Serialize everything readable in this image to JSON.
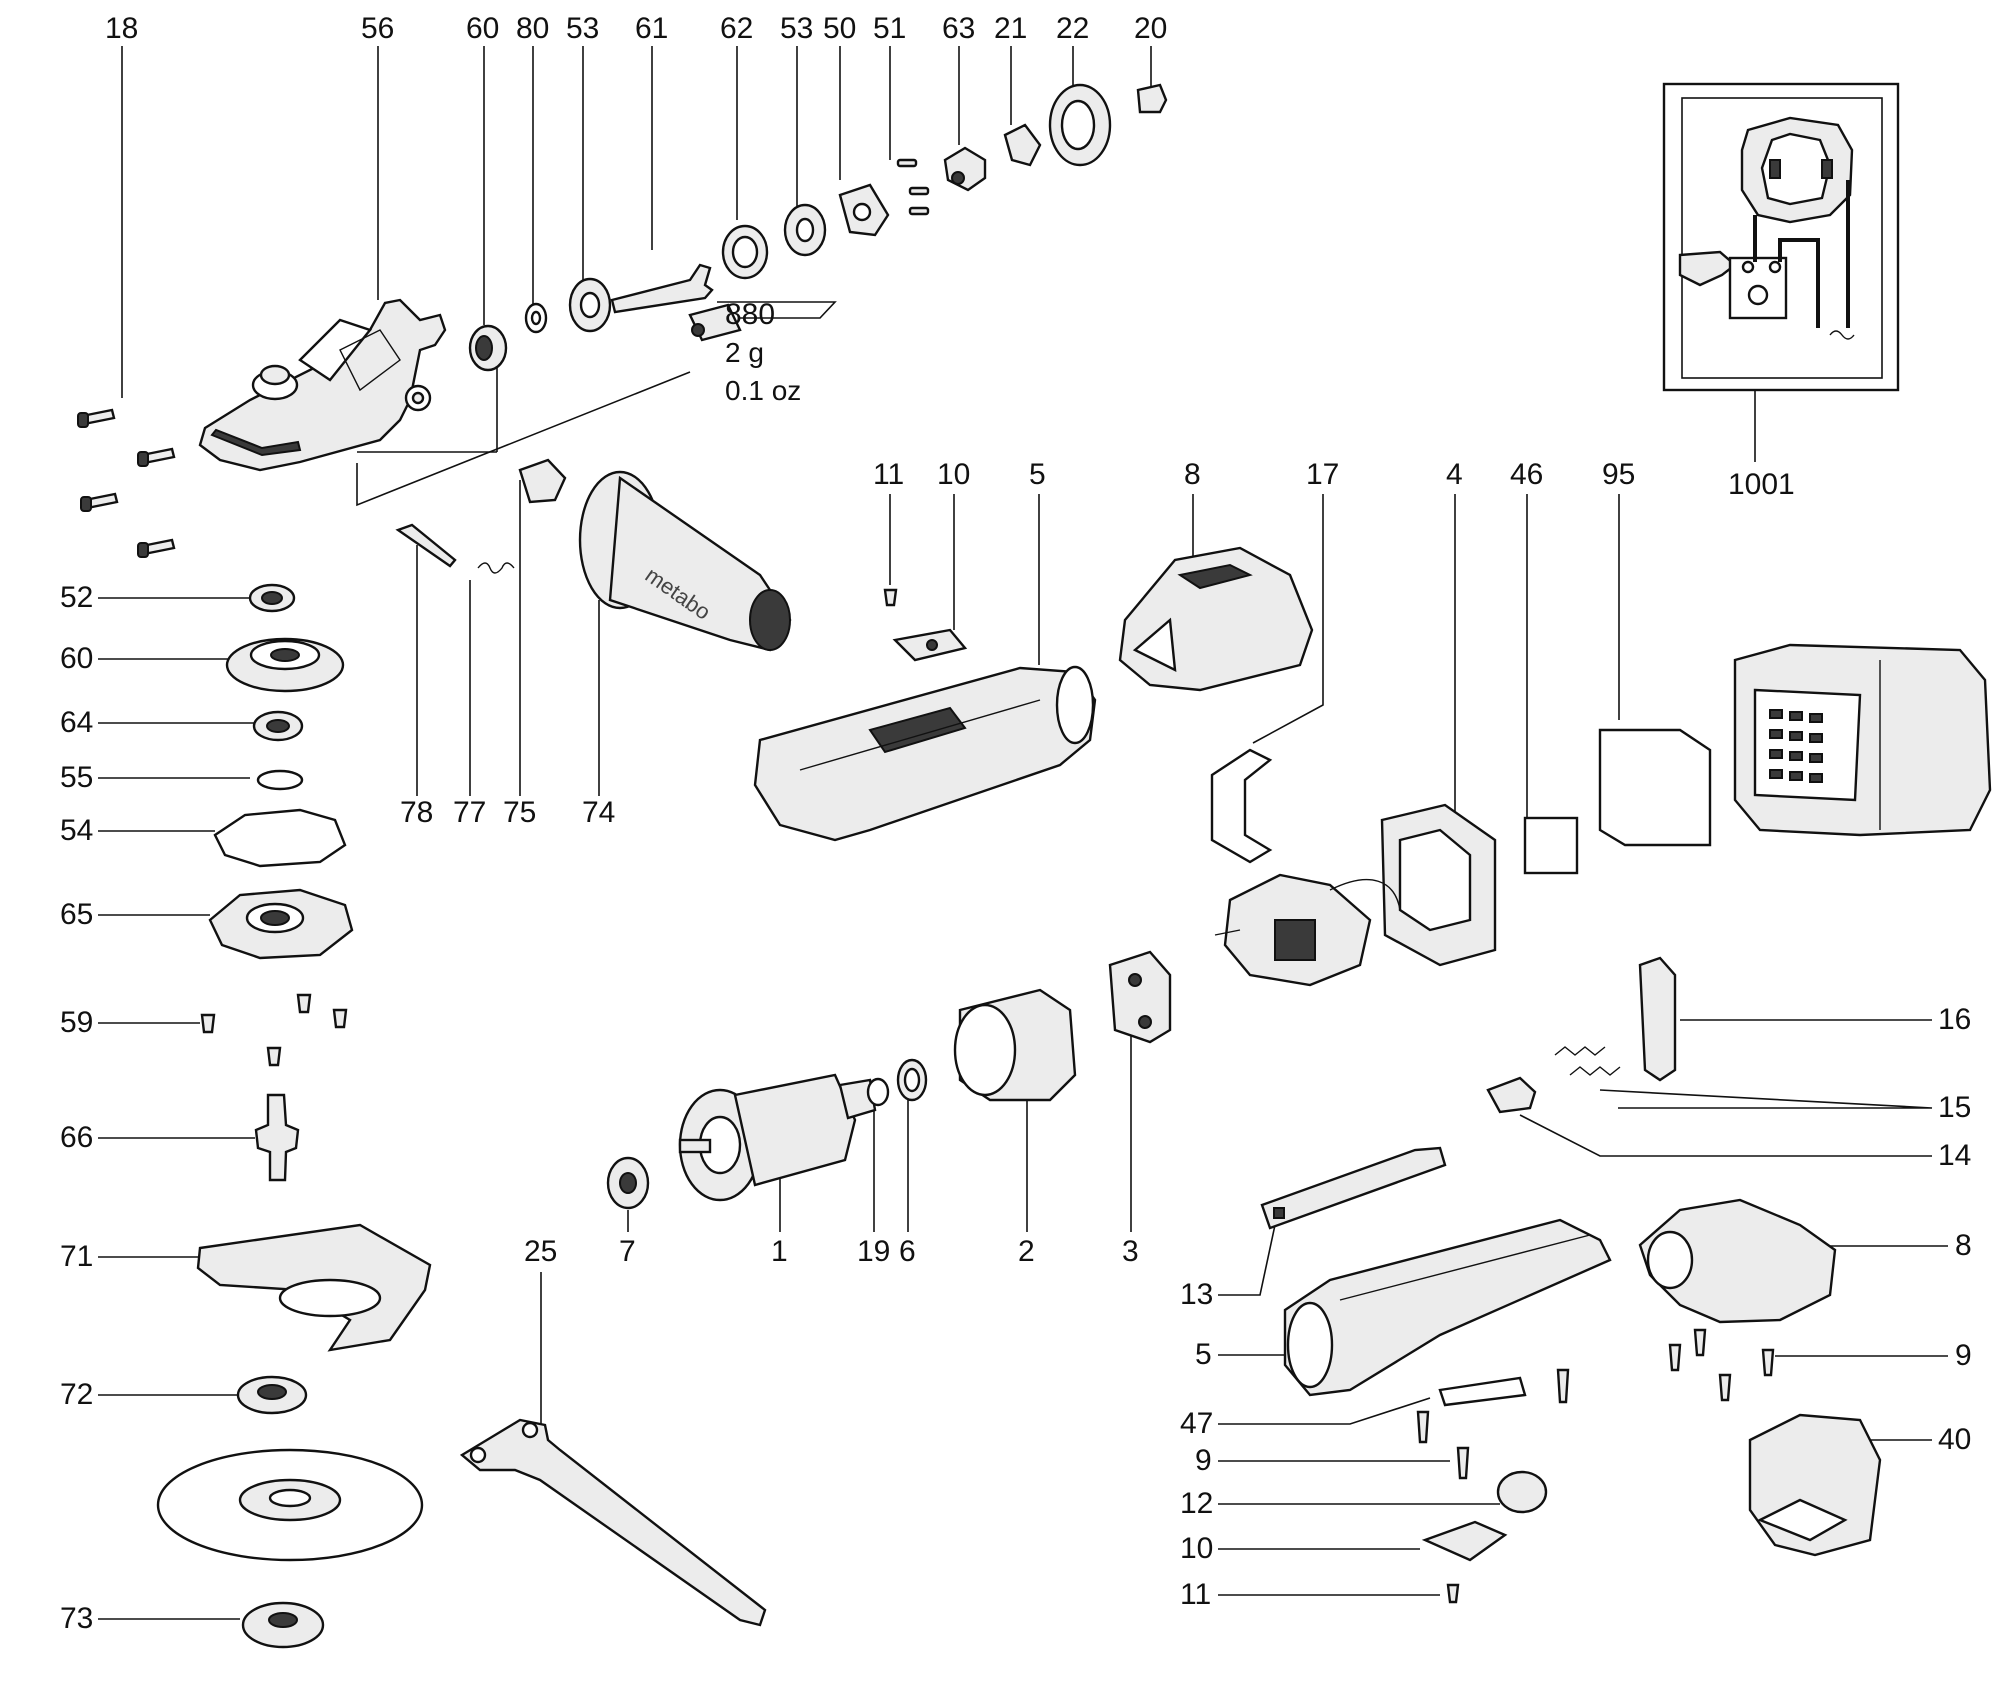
{
  "top_callouts": [
    "18",
    "56",
    "60",
    "80",
    "53",
    "61",
    "62",
    "53",
    "50",
    "51",
    "63",
    "21",
    "22",
    "20"
  ],
  "lubricant": {
    "code": "880",
    "mass_g": "2 g",
    "mass_oz": "0.1 oz"
  },
  "left_callouts": [
    "52",
    "60",
    "64",
    "55",
    "54",
    "65",
    "59",
    "66",
    "71",
    "72",
    "73"
  ],
  "mid_callouts_row1": [
    "78",
    "77",
    "75",
    "74"
  ],
  "mid_callouts_row2": [
    "11",
    "10",
    "5",
    "8",
    "17",
    "4",
    "46",
    "95",
    "1001"
  ],
  "motor_callouts": [
    "7",
    "1",
    "19",
    "6",
    "2",
    "3",
    "25"
  ],
  "right_callouts": [
    "16",
    "15",
    "14",
    "8",
    "9",
    "40"
  ],
  "lower_callouts": [
    "13",
    "5",
    "47",
    "9",
    "12",
    "10",
    "11"
  ],
  "logo_text": "metabo",
  "colors": {
    "part_fill": "#ececec",
    "dark": "#3a3a3a",
    "line": "#111111"
  }
}
